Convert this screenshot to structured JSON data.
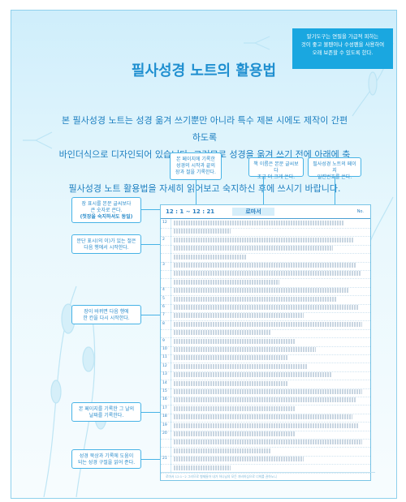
{
  "tip": {
    "line1": "말기도구는 연필을 가급적 피하는",
    "line2": "것이 좋고 볼펜이나 수성펜을 사용하여",
    "line3": "오래 보존할 수 있도록 한다."
  },
  "title": "필사성경 노트의 활용법",
  "intro": {
    "line1": "본 필사성경 노트는 성경 옮겨 쓰기뿐만 아니라 특수 제본 시에도 제작이 간편하도록",
    "line2": "바인더식으로 디자인되어 있습니다. 그러므로 성경을 옮겨 쓰기 전에 아래에 축소된",
    "line3": "필사성경 노트 활용법을 자세히 읽어보고 숙지하신 후에 쓰시기 바랍니다."
  },
  "callouts": {
    "top1": {
      "l1": "본 페이지에 기록한",
      "l2": "성경의 시작과 끝의",
      "l3": "장과 절을 기록한다."
    },
    "top2": {
      "l1": "책 이름은 본문 글씨보다",
      "l2": "조금 더 크게 쓴다."
    },
    "top3": {
      "l1": "필사성경 노트의 페이지",
      "l2": "일련번호를 쓴다."
    },
    "left1": {
      "l1": "장 표시를 본문 글씨보다",
      "l2": "큰 숫자로 쓴다.",
      "l3": "(첫장을 숙지하셔도 동일)"
    },
    "left2": {
      "l1": "문단 표시(의 이)가 있는 절은",
      "l2": "다음 행에서 시작한다."
    },
    "left3": {
      "l1": "장이 바뀌면 다음 행에",
      "l2": "한 칸을 다시 시작한다."
    },
    "left4": {
      "l1": "본 페이지를 기록한 그 날의",
      "l2": "날짜를 기록한다."
    },
    "left5": {
      "l1": "성경 묵상과 기록에 도움이",
      "l2": "되는 성경 구절을 읽어 준다."
    }
  },
  "notebook": {
    "ref": "12 : 1 ~ 12 : 21",
    "book": "로마서",
    "no_label": "No.",
    "rows": [
      {
        "n": "12",
        "w": 210
      },
      {
        "n": "",
        "w": 70
      },
      {
        "n": "2",
        "w": 222
      },
      {
        "n": "",
        "w": 196
      },
      {
        "n": "",
        "w": 90
      },
      {
        "n": "3",
        "w": 224
      },
      {
        "n": "",
        "w": 230
      },
      {
        "n": "",
        "w": 130
      },
      {
        "n": "4",
        "w": 215
      },
      {
        "n": "5",
        "w": 200
      },
      {
        "n": "6",
        "w": 228
      },
      {
        "n": "7",
        "w": 160
      },
      {
        "n": "8",
        "w": 232
      },
      {
        "n": "",
        "w": 120
      },
      {
        "n": "9",
        "w": 150
      },
      {
        "n": "10",
        "w": 175
      },
      {
        "n": "11",
        "w": 140
      },
      {
        "n": "12",
        "w": 165
      },
      {
        "n": "13",
        "w": 195
      },
      {
        "n": "14",
        "w": 140
      },
      {
        "n": "15",
        "w": 232
      },
      {
        "n": "16",
        "w": 225
      },
      {
        "n": "17",
        "w": 150
      },
      {
        "n": "18",
        "w": 220
      },
      {
        "n": "19",
        "w": 228
      },
      {
        "n": "20",
        "w": 150
      },
      {
        "n": "",
        "w": 232
      },
      {
        "n": "",
        "w": 120
      },
      {
        "n": "21",
        "w": 160
      },
      {
        "n": "",
        "w": 70
      }
    ],
    "footer": "로마서 12:1~2  그러므로 형제들아 내가 하나님의 모든 자비하심으로 너희를 권하노니"
  },
  "colors": {
    "accent": "#1aa7e0",
    "title": "#1f8fd0",
    "background": "#dff3fb"
  }
}
